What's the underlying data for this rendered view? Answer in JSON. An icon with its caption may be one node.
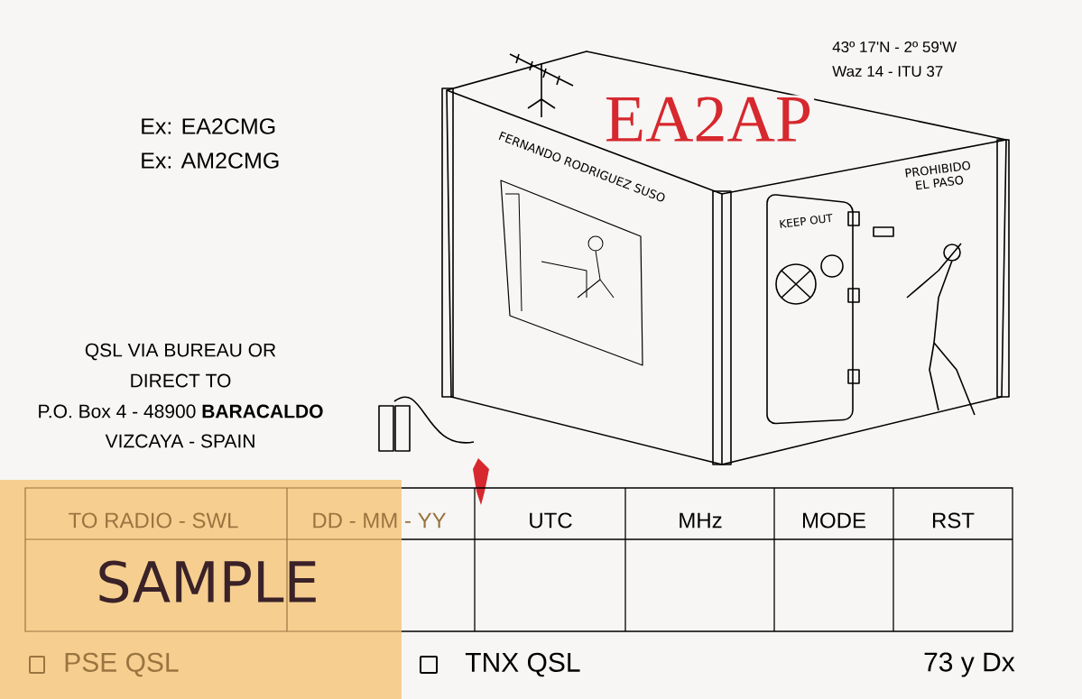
{
  "diagram": {
    "title": "EA2AP",
    "labels": [
      "43º 17'N  -  2º 59'W",
      "Waz 14  -  ITU 37",
      "Ex: EA2CMG",
      "Ex: AM2CMG",
      "FERNANDO RODRIGUEZ SUSO",
      "PROHIBIDO EL PASO",
      "KEEP OUT",
      "QSL VIA BUREAU  OR",
      "DIRECT TO",
      "P.O. Box 4 - 48900 **BARACALDO**",
      "VIZCAYA  - SPAIN",
      "TO RADIO - SWL",
      "DD - MM - YY",
      "UTC",
      "MHz",
      "MODE",
      "RST",
      "SAMPLE",
      "PSE QSL",
      "TNX QSL",
      "73 y Dx"
    ]
  }
}
